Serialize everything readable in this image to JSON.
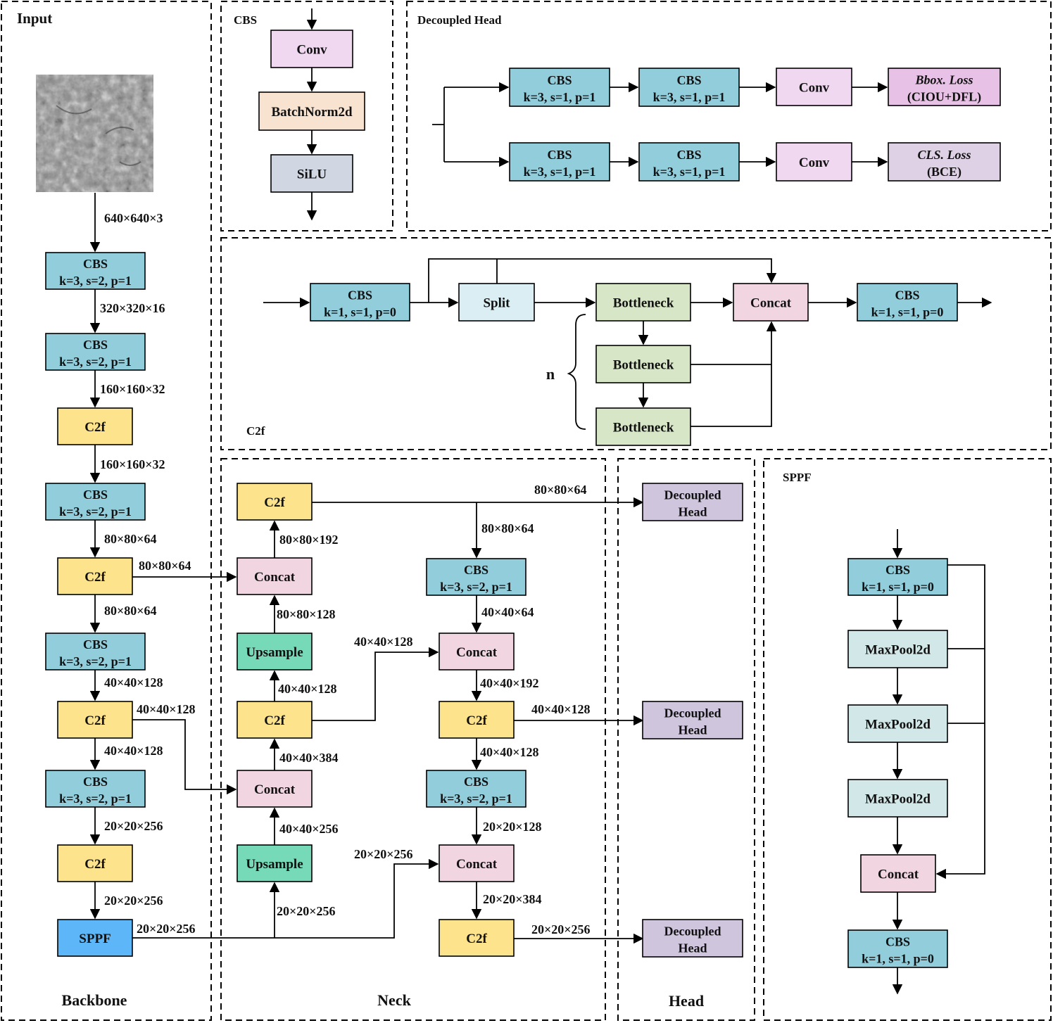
{
  "colors": {
    "cbs": "#92cddc",
    "c2f": "#fde38b",
    "sppf": "#5cb6f7",
    "concat": "#f1d6e2",
    "upsample": "#76d9b7",
    "head": "#cfc5dd",
    "conv": "#f0d8f1",
    "batchnorm": "#f8e2d0",
    "silu": "#d1d6e3",
    "split": "#daeef3",
    "bottleneck": "#d7e6c7",
    "maxpool": "#d2e8e8",
    "bboxloss": "#e8c2e6",
    "clsloss": "#ded1e6"
  },
  "sections": {
    "input": "Input",
    "backbone": "Backbone",
    "neck": "Neck",
    "head": "Head",
    "cbs": "CBS",
    "decoupled_head": "Decoupled Head",
    "c2f": "C2f",
    "sppf": "SPPF"
  },
  "input_image_icon": "grayscale-texture-image",
  "backbone": {
    "blocks": [
      {
        "l1": "CBS",
        "l2": "k=3, s=2, p=1"
      },
      {
        "l1": "CBS",
        "l2": "k=3, s=2, p=1"
      },
      {
        "l1": "C2f"
      },
      {
        "l1": "CBS",
        "l2": "k=3, s=2, p=1"
      },
      {
        "l1": "C2f"
      },
      {
        "l1": "CBS",
        "l2": "k=3, s=2, p=1"
      },
      {
        "l1": "C2f"
      },
      {
        "l1": "CBS",
        "l2": "k=3, s=2, p=1"
      },
      {
        "l1": "C2f"
      },
      {
        "l1": "SPPF"
      }
    ],
    "dims": [
      "640×640×3",
      "320×320×16",
      "160×160×32",
      "160×160×32",
      "80×80×64",
      "80×80×64",
      "40×40×128",
      "40×40×128",
      "20×20×256",
      "20×20×256"
    ],
    "side_dims": [
      "80×80×64",
      "40×40×128",
      "20×20×256"
    ]
  },
  "neck": {
    "left": [
      {
        "l1": "C2f"
      },
      {
        "l1": "Concat"
      },
      {
        "l1": "Upsample"
      },
      {
        "l1": "C2f"
      },
      {
        "l1": "Concat"
      },
      {
        "l1": "Upsample"
      }
    ],
    "left_dims": [
      "80×80×192",
      "80×80×128",
      "40×40×128",
      "40×40×384",
      "40×40×256",
      "20×20×256"
    ],
    "right": [
      {
        "l1": "CBS",
        "l2": "k=3, s=2, p=1"
      },
      {
        "l1": "Concat"
      },
      {
        "l1": "C2f"
      },
      {
        "l1": "CBS",
        "l2": "k=3, s=2, p=1"
      },
      {
        "l1": "Concat"
      },
      {
        "l1": "C2f"
      }
    ],
    "right_dims": [
      "80×80×64",
      "40×40×64",
      "40×40×192",
      "40×40×128",
      "20×20×128",
      "20×20×384"
    ],
    "cross_dims": [
      "40×40×128",
      "20×20×256"
    ],
    "out_dims": [
      "80×80×64",
      "40×40×128",
      "20×20×256"
    ]
  },
  "head": {
    "blocks": [
      {
        "l1": "Decoupled",
        "l2": "Head"
      },
      {
        "l1": "Decoupled",
        "l2": "Head"
      },
      {
        "l1": "Decoupled",
        "l2": "Head"
      }
    ]
  },
  "cbs_detail": {
    "blocks": [
      {
        "l1": "Conv"
      },
      {
        "l1": "BatchNorm2d"
      },
      {
        "l1": "SiLU"
      }
    ]
  },
  "decoupled_detail": {
    "top": [
      {
        "l1": "CBS",
        "l2": "k=3, s=1, p=1"
      },
      {
        "l1": "CBS",
        "l2": "k=3, s=1, p=1"
      },
      {
        "l1": "Conv"
      },
      {
        "l1": "Bbox. Loss",
        "l2": "(CIOU+DFL)"
      }
    ],
    "bottom": [
      {
        "l1": "CBS",
        "l2": "k=3, s=1, p=1"
      },
      {
        "l1": "CBS",
        "l2": "k=3, s=1, p=1"
      },
      {
        "l1": "Conv"
      },
      {
        "l1": "CLS. Loss",
        "l2": "(BCE)"
      }
    ]
  },
  "c2f_detail": {
    "blocks": [
      {
        "l1": "CBS",
        "l2": "k=1, s=1, p=0"
      },
      {
        "l1": "Split"
      },
      {
        "l1": "Bottleneck"
      },
      {
        "l1": "Concat"
      },
      {
        "l1": "CBS",
        "l2": "k=1, s=1, p=0"
      },
      {
        "l1": "Bottleneck"
      },
      {
        "l1": "Bottleneck"
      }
    ],
    "n_label": "n"
  },
  "sppf_detail": {
    "blocks": [
      {
        "l1": "CBS",
        "l2": "k=1, s=1, p=0"
      },
      {
        "l1": "MaxPool2d"
      },
      {
        "l1": "MaxPool2d"
      },
      {
        "l1": "MaxPool2d"
      },
      {
        "l1": "Concat"
      },
      {
        "l1": "CBS",
        "l2": "k=1, s=1, p=0"
      }
    ]
  }
}
